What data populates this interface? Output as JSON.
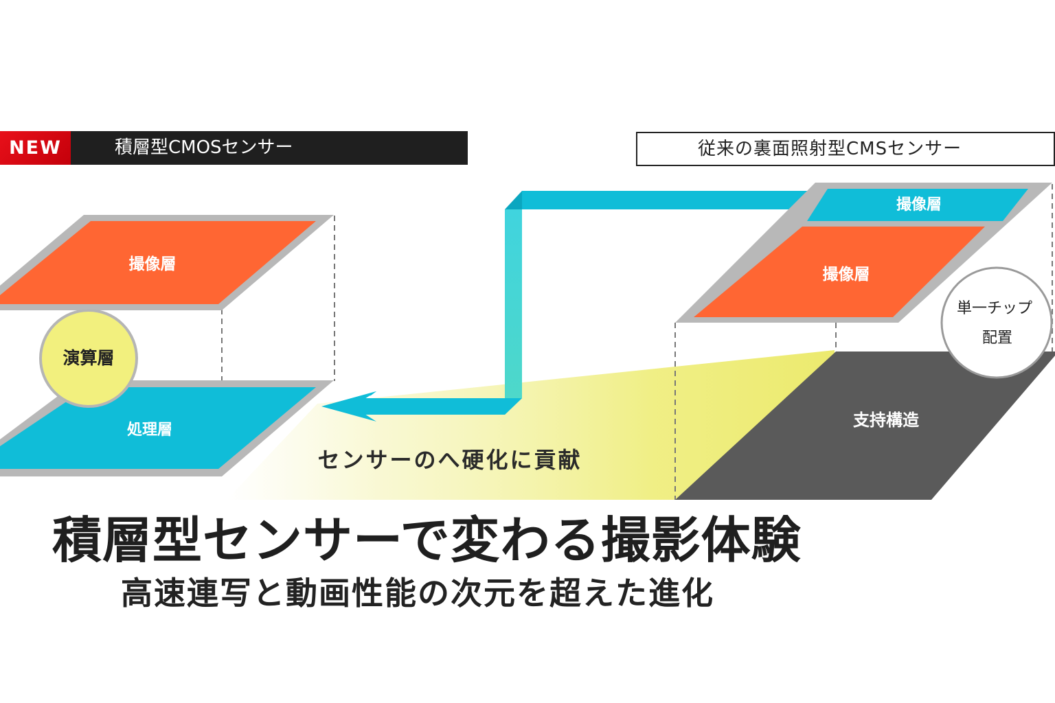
{
  "new_banner": {
    "badge": "NEW",
    "title": "積層型CMOSセンサー"
  },
  "old_banner": {
    "title": "従来の裏面照射型CMSセンサー"
  },
  "stacked_sensor": {
    "top_layer": "撮像層",
    "middle_circle": "演算層",
    "bottom_layer": "処理層"
  },
  "conventional_sensor": {
    "top_layer": "撮像層",
    "second_layer": "撮像層",
    "support_layer": "支持構造",
    "circle_line1": "単一チップ",
    "circle_line2": "配置"
  },
  "arrow_caption": "センサーのへ硬化に貢献",
  "headline": "積層型センサーで変わる撮影体験",
  "subheadline": "高速連写と動画性能の次元を超えた進化",
  "colors": {
    "orange": "#ff6633",
    "cyan": "#10bdd8",
    "gray_border": "#b8b8b8",
    "dark_gray": "#5a5a5a",
    "yellow_circle": "#f2f07e",
    "yellow_glow": "#efee79",
    "red_badge": "#e8101a",
    "banner_dark": "#1f1f1f"
  }
}
